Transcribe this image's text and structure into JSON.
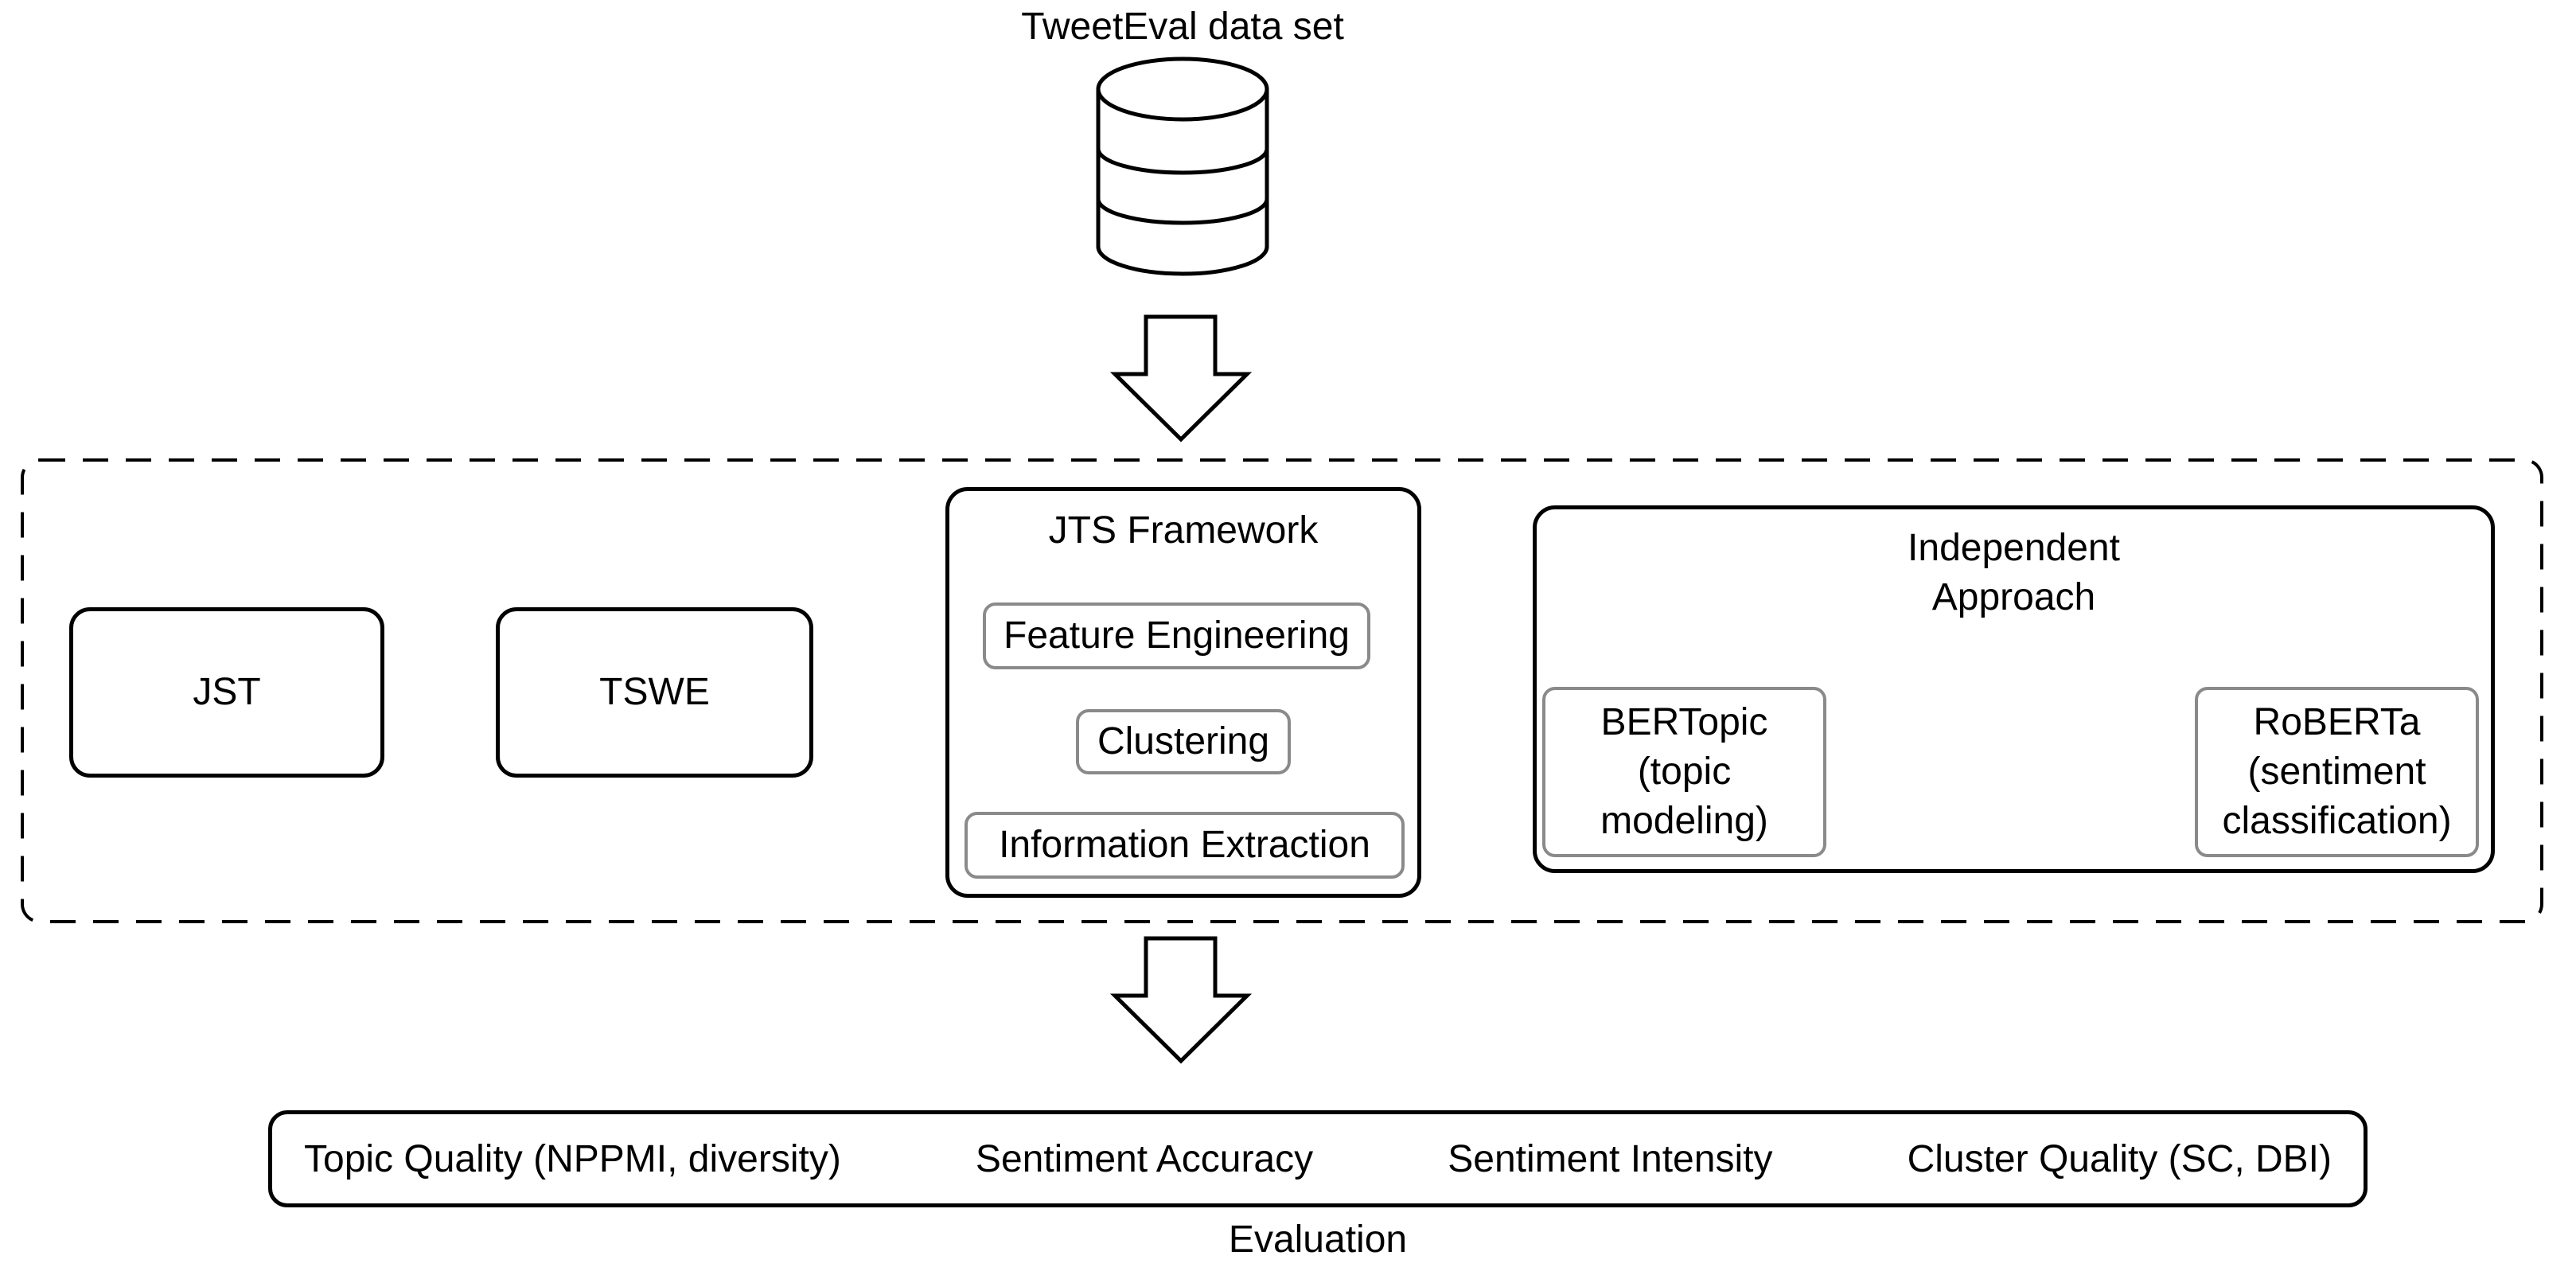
{
  "figure": {
    "background": "#ffffff",
    "line_color": "#000000",
    "inner_border_color": "#8a8a8a"
  },
  "dataset": {
    "label": "TweetEval data set"
  },
  "pipeline": {
    "jst_label": "JST",
    "tswe_label": "TSWE",
    "jts": {
      "title": "JTS Framework",
      "steps": [
        "Feature Engineering",
        "Clustering",
        "Information Extraction"
      ]
    },
    "independent": {
      "title_line1": "Independent",
      "title_line2": "Approach",
      "bertopic_lines": [
        "BERTopic",
        "(topic",
        "modeling)"
      ],
      "roberta_lines": [
        "RoBERTa",
        "(sentiment",
        "classification)"
      ]
    }
  },
  "evaluation": {
    "items": [
      "Topic Quality (NPPMI, diversity)",
      "Sentiment Accuracy",
      "Sentiment Intensity",
      "Cluster Quality (SC, DBI)"
    ],
    "caption": "Evaluation"
  },
  "icons": {
    "database": "database-cylinder",
    "down_arrow_1": "block-arrow-down",
    "down_arrow_2": "block-arrow-down",
    "flow_arrows": "thin-arrow-down",
    "branch_arrows": "thin-arrow-diagonal"
  }
}
